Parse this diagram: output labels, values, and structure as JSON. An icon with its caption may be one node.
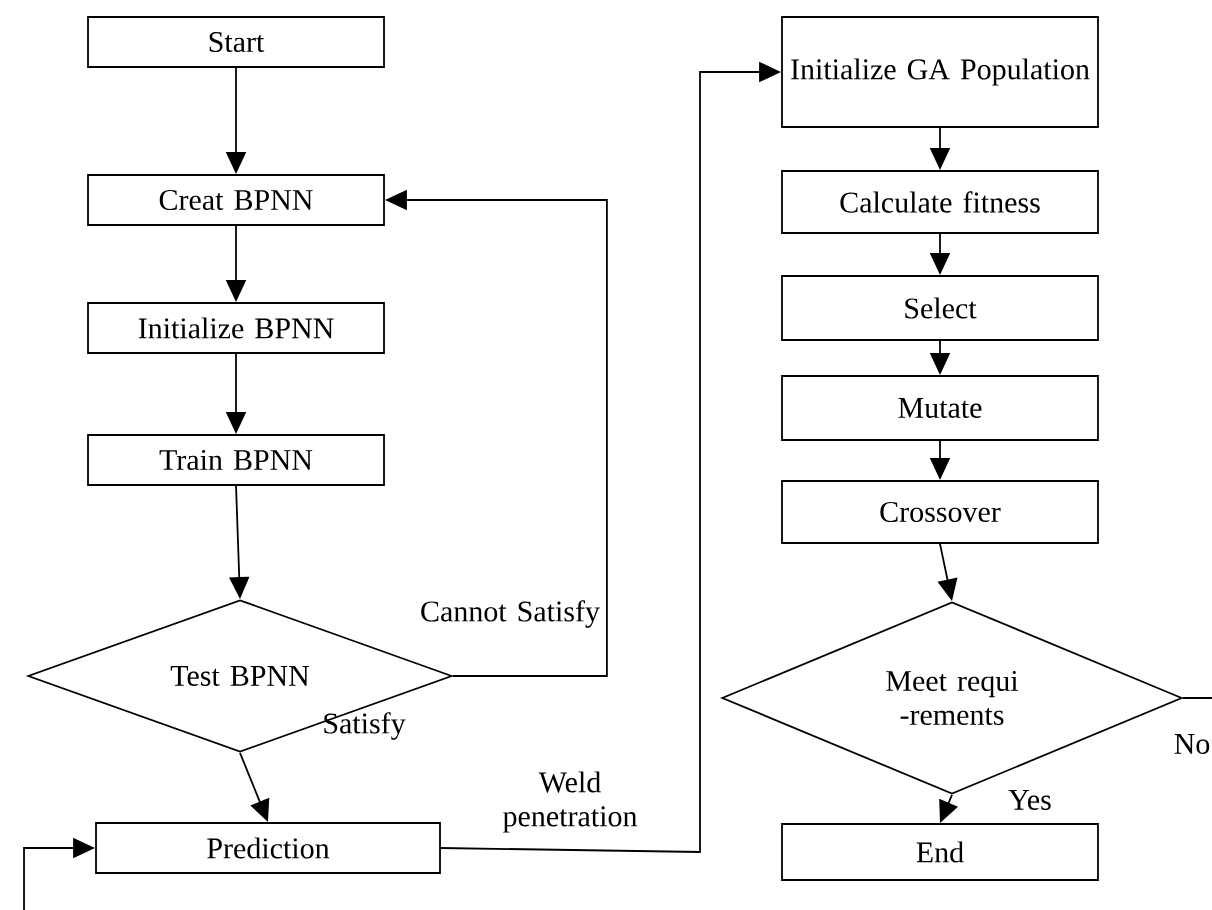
{
  "diagram": {
    "nodes": [
      {
        "text": [
          "Start"
        ]
      },
      {
        "text": [
          "Creat BPNN"
        ]
      },
      {
        "text": [
          "Initialize BPNN"
        ]
      },
      {
        "text": [
          "Train BPNN"
        ]
      },
      {
        "text": [
          "Test BPNN"
        ]
      },
      {
        "text": [
          "Prediction"
        ]
      },
      {
        "text": [
          "Initialize GA Population"
        ]
      },
      {
        "text": [
          "Calculate fitness"
        ]
      },
      {
        "text": [
          "Select"
        ]
      },
      {
        "text": [
          "Mutate"
        ]
      },
      {
        "text": [
          "Crossover"
        ]
      },
      {
        "text": [
          "Meet requi -rements"
        ]
      },
      {
        "text": [
          "End"
        ]
      }
    ],
    "edges": [
      {
        "from": 0,
        "to": 1,
        "arrow": "to"
      },
      {
        "from": 1,
        "to": 2,
        "arrow": "to"
      },
      {
        "from": 2,
        "to": 3,
        "arrow": "to"
      },
      {
        "from": 3,
        "to": 4,
        "arrow": "to"
      },
      {
        "from": 4,
        "to": 1,
        "arrow": "to",
        "label": "Cannot Satisfy"
      },
      {
        "from": 4,
        "to": 5,
        "arrow": "to",
        "label": "Satisfy"
      },
      {
        "from": 5,
        "to": 6,
        "arrow": "to",
        "label": "Weld penetration"
      },
      {
        "from": 6,
        "to": 7,
        "arrow": "to"
      },
      {
        "from": 7,
        "to": 8,
        "arrow": "to"
      },
      {
        "from": 8,
        "to": 9,
        "arrow": "to"
      },
      {
        "from": 9,
        "to": 10,
        "arrow": "to"
      },
      {
        "from": 10,
        "to": 11,
        "arrow": "to"
      },
      {
        "from": 11,
        "to": 12,
        "arrow": "to",
        "label": "Yes"
      },
      {
        "from": 11,
        "to": null,
        "arrow": "none",
        "label": "No"
      },
      {
        "from": null,
        "to": 5,
        "arrow": "to"
      }
    ]
  }
}
